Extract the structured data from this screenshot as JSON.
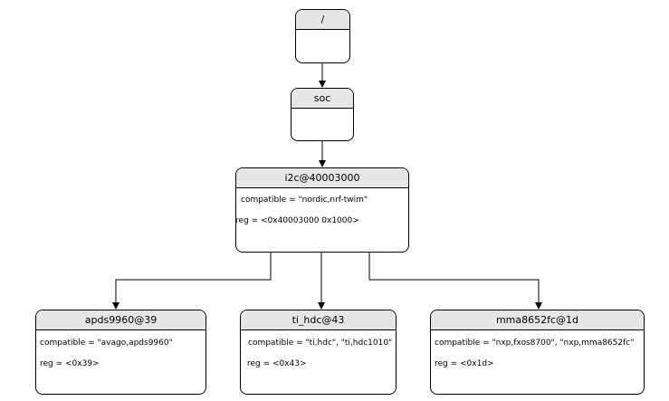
{
  "nodes": {
    "root": {
      "title": "/"
    },
    "soc": {
      "title": "soc"
    },
    "i2c": {
      "title": "i2c@40003000",
      "props": [
        "compatible = \"nordic,nrf-twim\"",
        "reg = <0x40003000 0x1000>"
      ]
    },
    "apds": {
      "title": "apds9960@39",
      "props": [
        "compatible = \"avago,apds9960\"",
        "reg = <0x39>"
      ]
    },
    "ti": {
      "title": "ti_hdc@43",
      "props": [
        "compatible = \"ti,hdc\", \"ti,hdc1010\"",
        "reg = <0x43>"
      ]
    },
    "mma": {
      "title": "mma8652fc@1d",
      "props": [
        "compatible = \"nxp,fxos8700\", \"nxp,mma8652fc\"",
        "reg = <0x1d>"
      ]
    }
  },
  "edges": [
    {
      "from": "root",
      "to": "soc"
    },
    {
      "from": "soc",
      "to": "i2c"
    },
    {
      "from": "i2c",
      "to": "apds"
    },
    {
      "from": "i2c",
      "to": "ti"
    },
    {
      "from": "i2c",
      "to": "mma"
    }
  ]
}
